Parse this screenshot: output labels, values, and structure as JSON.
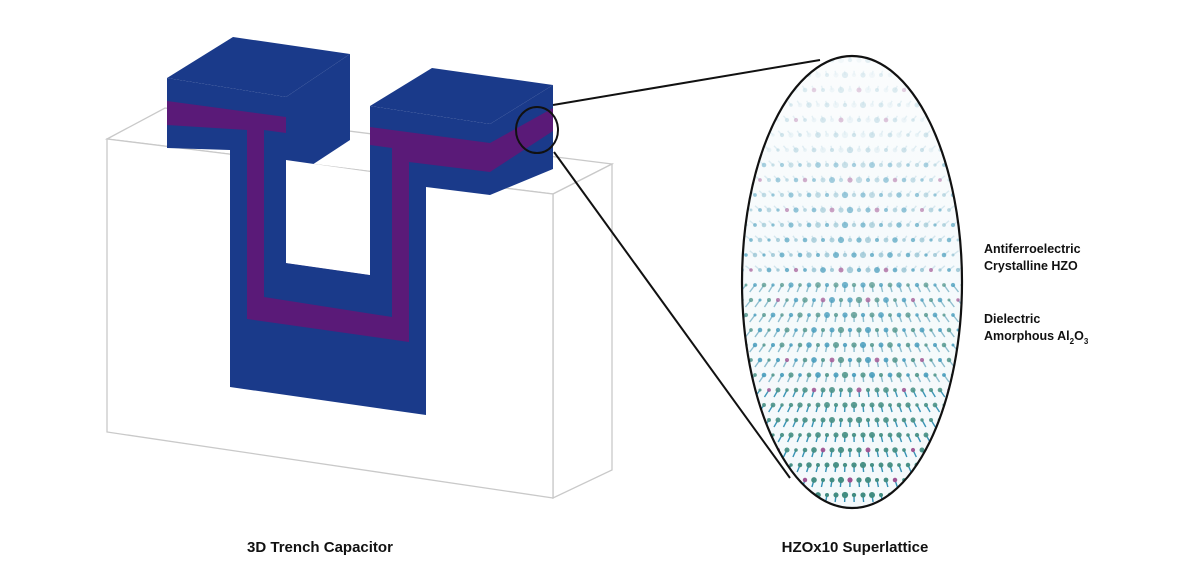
{
  "colors": {
    "electrode": "#1a3a8a",
    "dielectric": "#5a1a78",
    "substrate_stroke": "#c9c9c9",
    "lens_outline": "#111111",
    "atom_light": "#c8e0ea",
    "atom_mid": "#7fb6c9",
    "atom_dark": "#2f8fb3",
    "atom_green": "#3e8a7e",
    "atom_accent": "#9a4a8c"
  },
  "captions": {
    "left": "3D Trench Capacitor",
    "right": "HZOx10 Superlattice"
  },
  "labels": {
    "afe_line1": "Antiferroelectric",
    "afe_line2": "Crystalline HZO",
    "de_line1": "Dielectric",
    "de_line2_prefix": "Amorphous Al",
    "de_sub1": "2",
    "de_o": "O",
    "de_sub2": "3"
  }
}
